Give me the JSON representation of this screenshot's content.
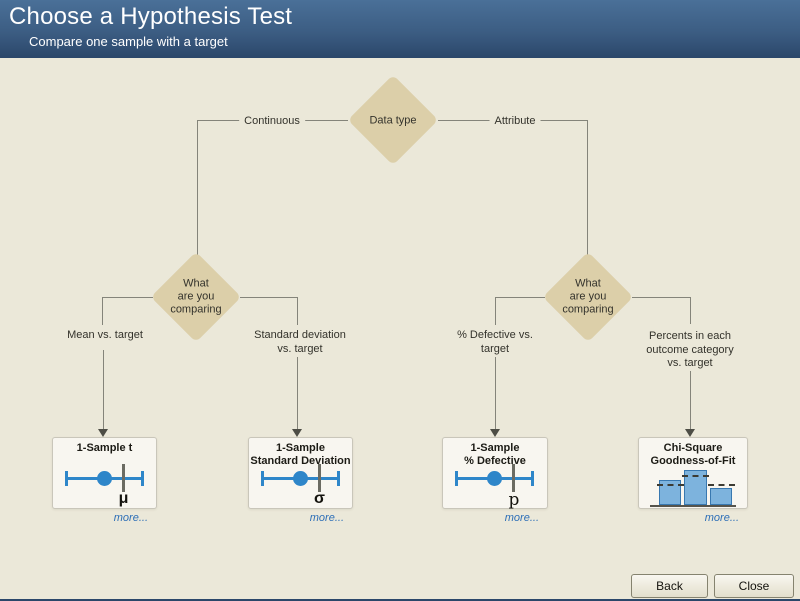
{
  "header": {
    "title": "Choose a Hypothesis Test",
    "subtitle": "Compare one sample with a target"
  },
  "tree": {
    "root_label": "Data type",
    "branch_left": "Continuous",
    "branch_right": "Attribute",
    "question_left": "What\nare you\ncomparing",
    "question_right": "What\nare you\ncomparing",
    "leaves": [
      {
        "branch_label": "Mean vs. target",
        "card_title": "1-Sample t",
        "symbol": "μ",
        "more_label": "more..."
      },
      {
        "branch_label": "Standard deviation\nvs. target",
        "card_title": "1-Sample\nStandard Deviation",
        "symbol": "σ",
        "more_label": "more..."
      },
      {
        "branch_label": "% Defective vs.\ntarget",
        "card_title": "1-Sample\n% Defective",
        "symbol": "p",
        "more_label": "more..."
      },
      {
        "branch_label": "Percents in each\noutcome category\nvs. target",
        "card_title": "Chi-Square\nGoodness-of-Fit",
        "more_label": "more..."
      }
    ]
  },
  "footer": {
    "back_label": "Back",
    "close_label": "Close"
  },
  "colors": {
    "header_top": "#4a7098",
    "header_bottom": "#2b476a",
    "background": "#ebe8d9",
    "diamond": "#dccfa9",
    "connector": "#84847a",
    "accent_blue": "#2e86c9",
    "link_blue": "#2e6fb7",
    "card_background": "#f8f6f0"
  }
}
